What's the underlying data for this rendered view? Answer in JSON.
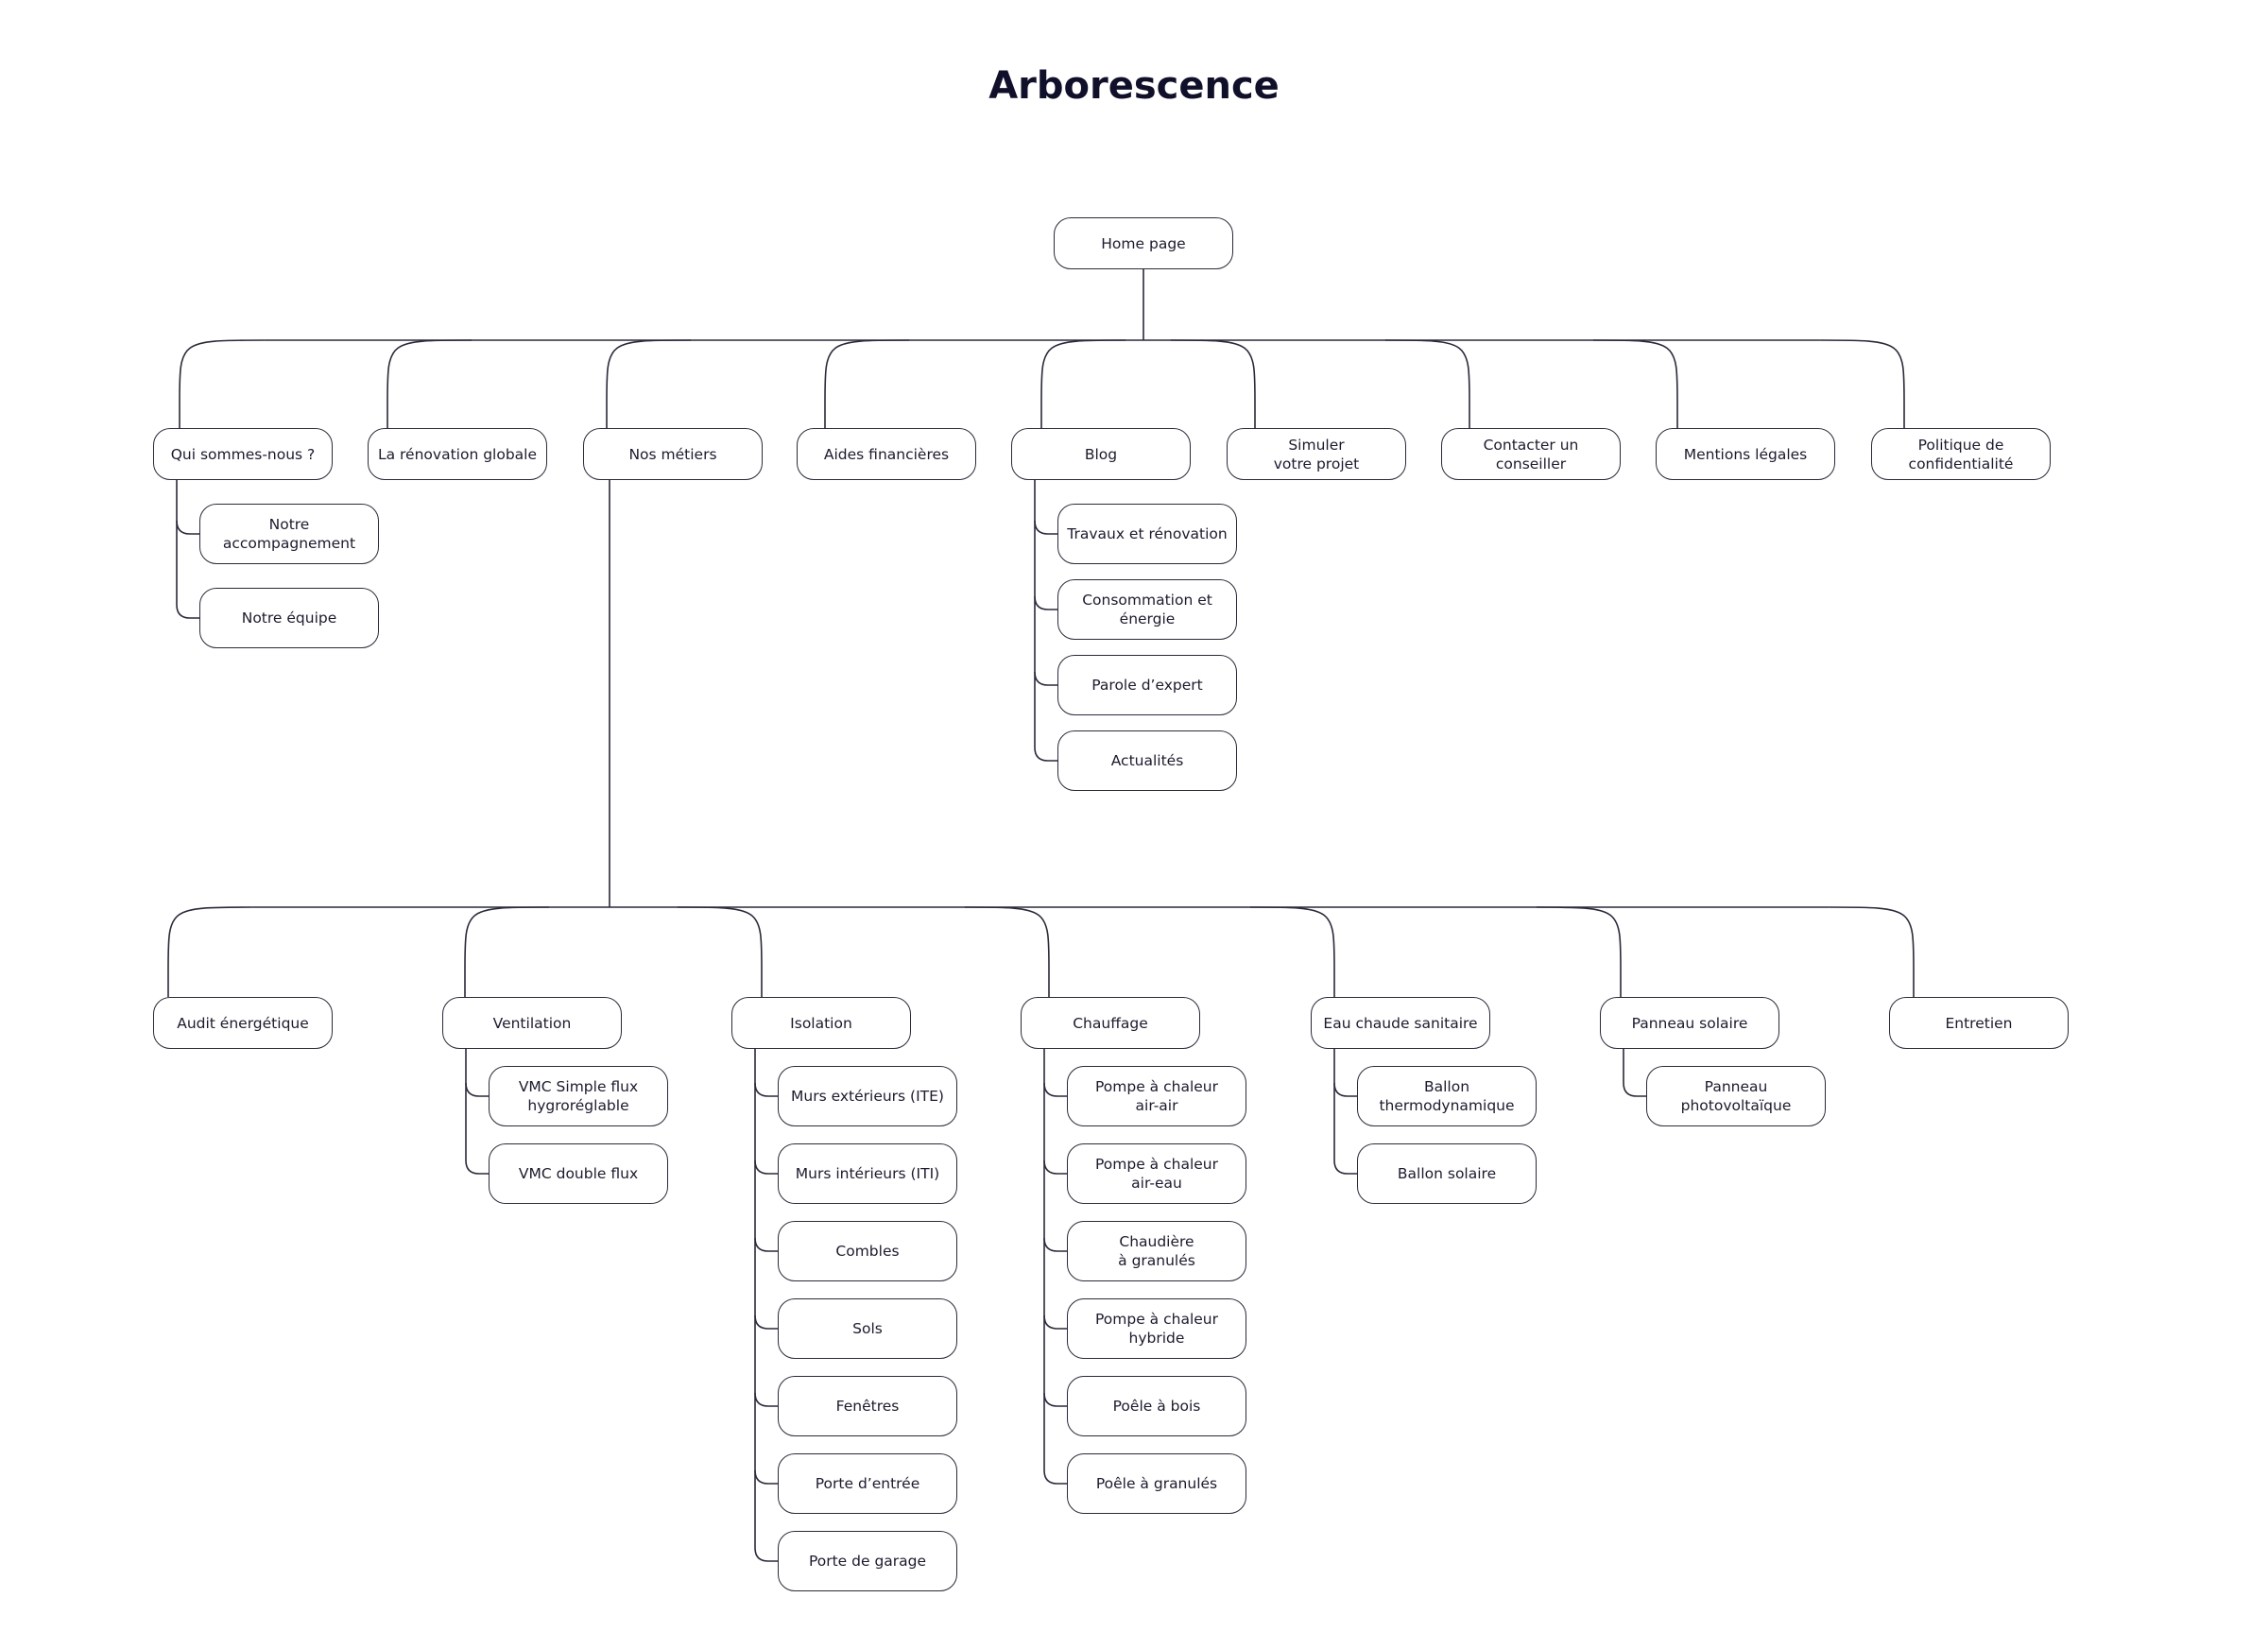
{
  "title": "Arborescence",
  "root": "Home page",
  "level1": [
    {
      "id": "qui",
      "label": "Qui sommes-nous ?",
      "children": [
        "Notre\naccompagnement",
        "Notre équipe"
      ]
    },
    {
      "id": "renovation",
      "label": "La rénovation globale",
      "children": []
    },
    {
      "id": "metiers",
      "label": "Nos métiers",
      "children": []
    },
    {
      "id": "aides",
      "label": "Aides financières",
      "children": []
    },
    {
      "id": "blog",
      "label": "Blog",
      "children": [
        "Travaux et rénovation",
        "Consommation et\nénergie",
        "Parole d’expert",
        "Actualités"
      ]
    },
    {
      "id": "simuler",
      "label": "Simuler\nvotre projet",
      "children": []
    },
    {
      "id": "contact",
      "label": "Contacter un conseiller",
      "children": []
    },
    {
      "id": "mentions",
      "label": "Mentions légales",
      "children": []
    },
    {
      "id": "politique",
      "label": "Politique de\nconfidentialité",
      "children": []
    }
  ],
  "metiers": [
    {
      "id": "audit",
      "label": "Audit énergétique",
      "children": []
    },
    {
      "id": "ventilation",
      "label": "Ventilation",
      "children": [
        "VMC Simple flux\nhygroréglable",
        "VMC double flux"
      ]
    },
    {
      "id": "isolation",
      "label": "Isolation",
      "children": [
        "Murs extérieurs (ITE)",
        "Murs intérieurs (ITI)",
        "Combles",
        "Sols",
        "Fenêtres",
        "Porte d’entrée",
        "Porte de garage"
      ]
    },
    {
      "id": "chauffage",
      "label": "Chauffage",
      "children": [
        "Pompe à chaleur\nair-air",
        "Pompe à chaleur\nair-eau",
        "Chaudière\nà granulés",
        "Pompe à chaleur\nhybride",
        "Poêle à bois",
        "Poêle à granulés"
      ]
    },
    {
      "id": "eau",
      "label": "Eau chaude sanitaire",
      "children": [
        "Ballon\nthermodynamique",
        "Ballon solaire"
      ]
    },
    {
      "id": "panneau",
      "label": "Panneau solaire",
      "children": [
        "Panneau\nphotovoltaïque"
      ]
    },
    {
      "id": "entretien",
      "label": "Entretien",
      "children": []
    }
  ]
}
